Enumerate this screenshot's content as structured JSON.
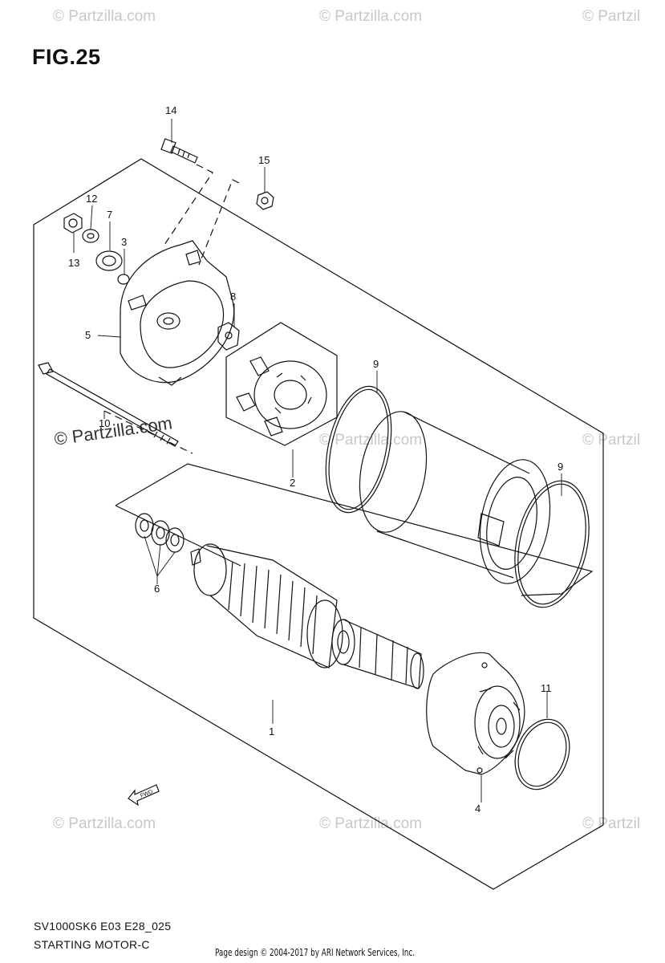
{
  "figure": {
    "title": "FIG.25",
    "model_code": "SV1000SK6 E03 E28_025",
    "subtitle": "STARTING MOTOR-C",
    "copyright": "Page design © 2004-2017 by ARI Network Services, Inc.",
    "fwd_label": "FWD"
  },
  "watermarks": {
    "text": "© Partzilla.com",
    "text_partial": "© Partzil",
    "text_highlight": "© Partzilla.com"
  },
  "callouts": {
    "c1": "1",
    "c2": "2",
    "c3": "3",
    "c4": "4",
    "c5": "5",
    "c6": "6",
    "c7": "7",
    "c8": "8",
    "c9a": "9",
    "c9b": "9",
    "c10": "10",
    "c11": "11",
    "c12": "12",
    "c13": "13",
    "c14": "14",
    "c15": "15"
  },
  "colors": {
    "line": "#111111",
    "watermark": "#c8c8c8",
    "background": "#ffffff"
  }
}
